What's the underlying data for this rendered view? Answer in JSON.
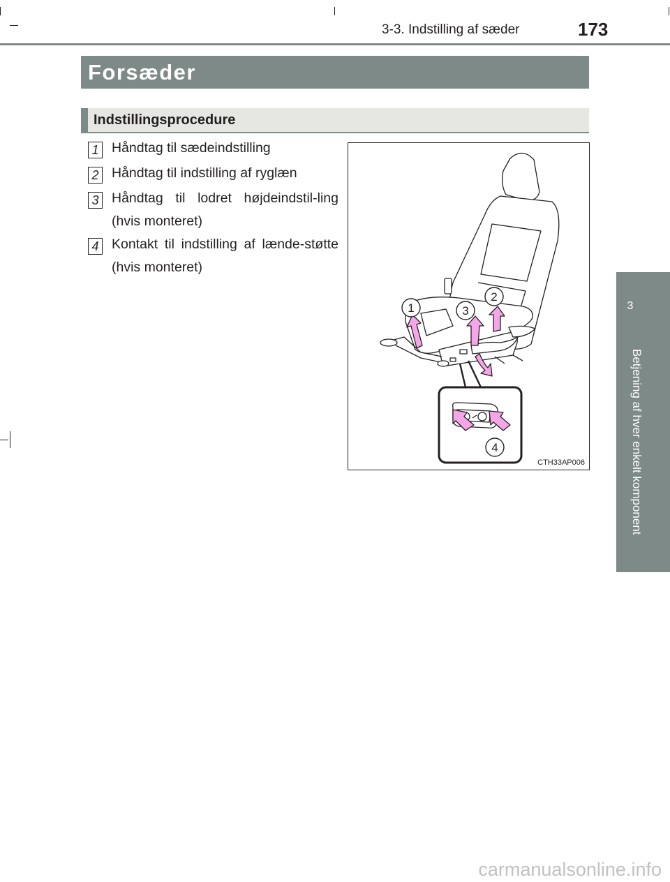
{
  "header": {
    "section": "3-3. Indstilling af sæder",
    "page_number": "173"
  },
  "chapter_tab": {
    "number": "3",
    "title": "Betjening af hver enkelt komponent"
  },
  "title": "Forsæder",
  "subtitle": "Indstillingsprocedure",
  "items": [
    {
      "num": "1",
      "text": "Håndtag til sædeindstilling"
    },
    {
      "num": "2",
      "text": "Håndtag til indstilling af ryglæn"
    },
    {
      "num": "3",
      "text": "Håndtag til lodret højdeindstil-ling (hvis monteret)"
    },
    {
      "num": "4",
      "text": "Kontakt til indstilling af lænde-støtte (hvis monteret)"
    }
  ],
  "figure": {
    "code": "CTH33AP006",
    "callouts": [
      "1",
      "2",
      "3",
      "4"
    ],
    "arrow_color": "#f4a6e8"
  },
  "footer": {
    "watermark": "carmanualsonline.info"
  }
}
